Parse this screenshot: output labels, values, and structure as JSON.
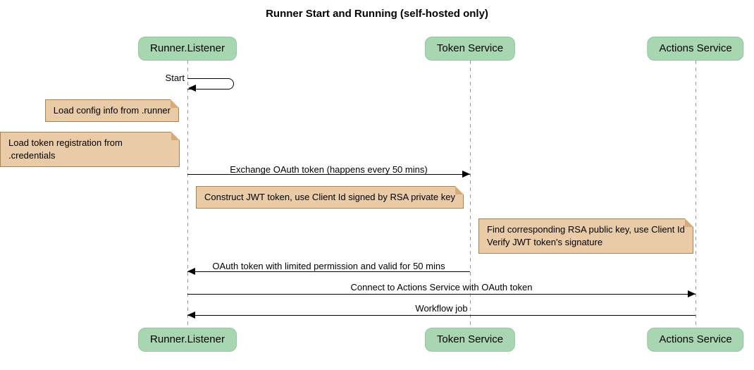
{
  "title": "Runner Start and Running (self-hosted only)",
  "colors": {
    "participant_fill": "#a8d6b1",
    "participant_border": "#93c6a0",
    "note_fill": "#e9cba7",
    "note_border": "#a9824f",
    "lifeline": "#9a9a9a",
    "arrow": "#000000",
    "background": "#ffffff"
  },
  "participants": [
    {
      "id": "runner-listener",
      "label": "Runner.Listener"
    },
    {
      "id": "token-service",
      "label": "Token Service"
    },
    {
      "id": "actions-service",
      "label": "Actions Service"
    }
  ],
  "messages": [
    {
      "label": "Start",
      "from": "runner-listener",
      "to": "runner-listener",
      "type": "self"
    },
    {
      "label": "Exchange OAuth token (happens every 50 mins)",
      "from": "runner-listener",
      "to": "token-service",
      "type": "solid"
    },
    {
      "label": "OAuth token with limited permission and valid for 50 mins",
      "from": "token-service",
      "to": "runner-listener",
      "type": "solid"
    },
    {
      "label": "Connect to Actions Service with OAuth token",
      "from": "runner-listener",
      "to": "actions-service",
      "type": "solid"
    },
    {
      "label": "Workflow job",
      "from": "actions-service",
      "to": "runner-listener",
      "type": "solid"
    }
  ],
  "notes": [
    {
      "text": "Load config info from .runner",
      "position": "left of runner-listener"
    },
    {
      "text": "Load token registration from .credentials",
      "position": "left of runner-listener"
    },
    {
      "text": "Construct JWT token, use Client Id signed by RSA private key",
      "position": "right of runner-listener"
    },
    {
      "text": "Find corresponding RSA public key, use Client Id\nVerify JWT token's signature",
      "position": "left of actions-service"
    }
  ]
}
